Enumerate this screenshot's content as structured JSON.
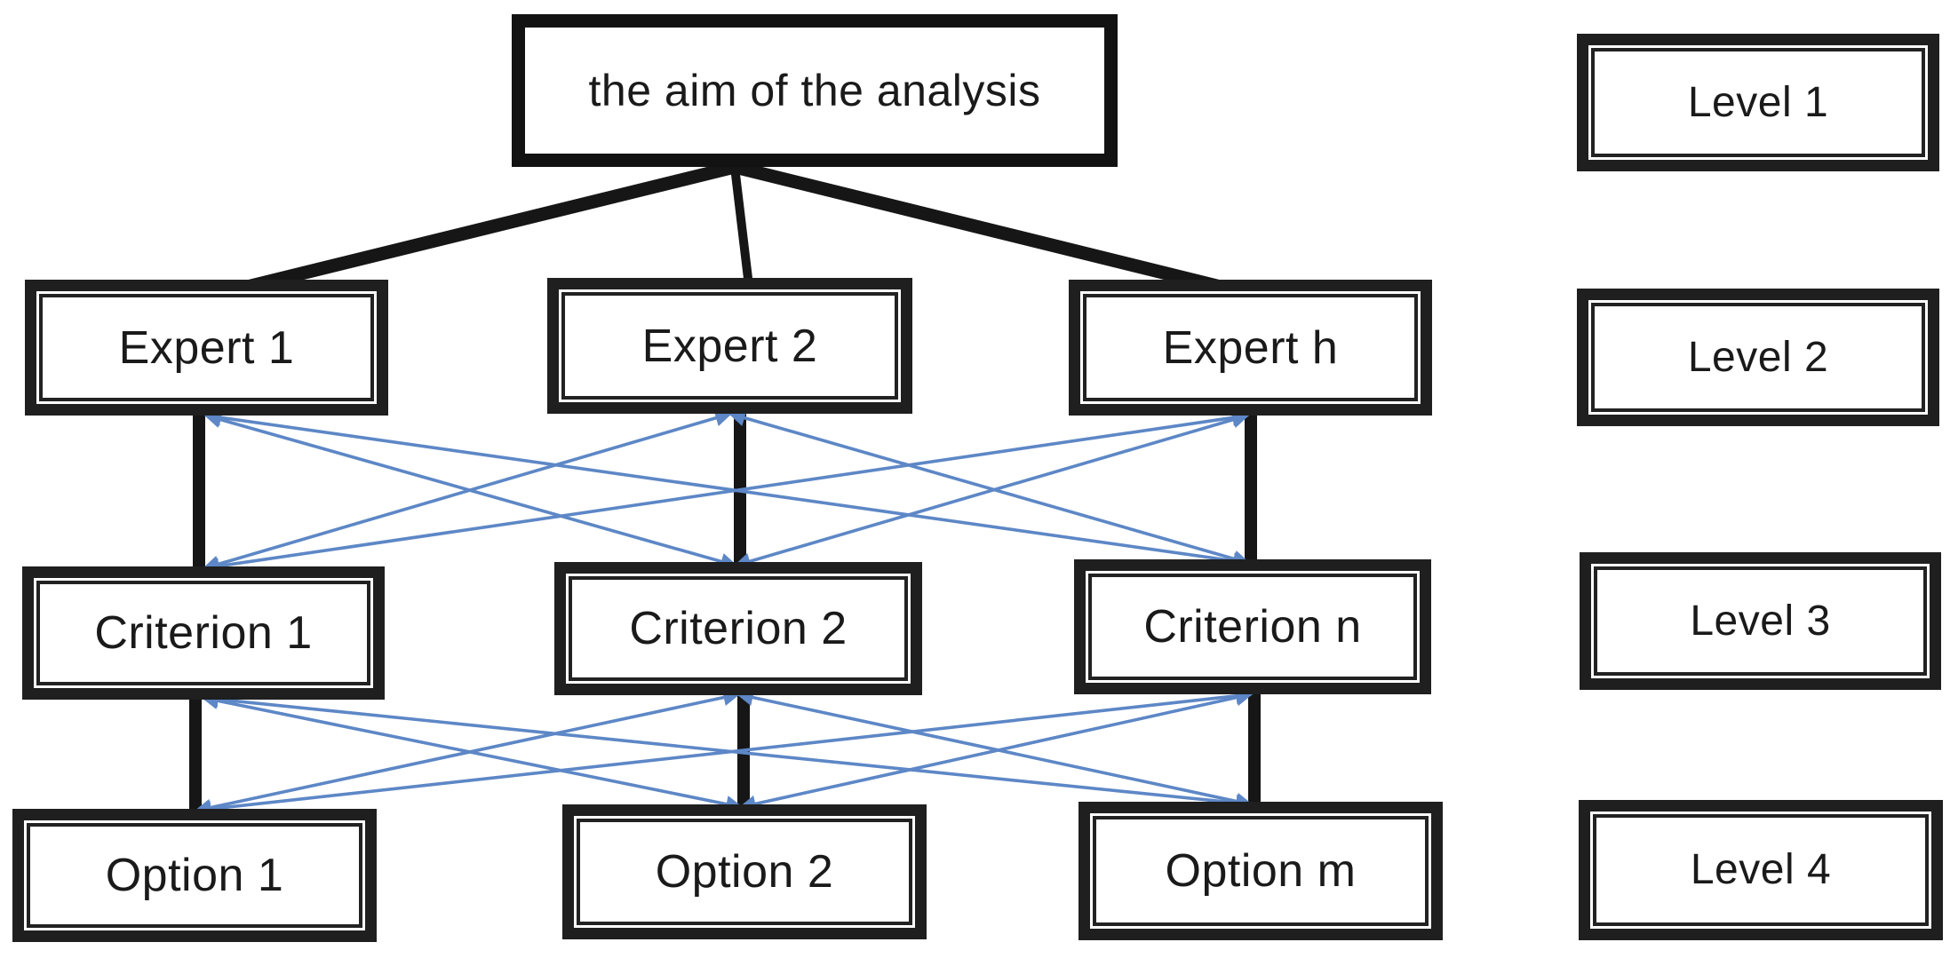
{
  "diagram": {
    "aim": {
      "label": "the aim of the analysis"
    },
    "experts": [
      {
        "label": "Expert 1"
      },
      {
        "label": "Expert 2"
      },
      {
        "label": "Expert h"
      }
    ],
    "criteria": [
      {
        "label": "Criterion 1"
      },
      {
        "label": "Criterion 2"
      },
      {
        "label": "Criterion n"
      }
    ],
    "options": [
      {
        "label": "Option 1"
      },
      {
        "label": "Option 2"
      },
      {
        "label": "Option m"
      }
    ],
    "levels": [
      {
        "label": "Level 1"
      },
      {
        "label": "Level 2"
      },
      {
        "label": "Level 3"
      },
      {
        "label": "Level 4"
      }
    ],
    "colors": {
      "background": "#ffffff",
      "box_border": "#1f1f1f",
      "text": "#1a1a1a",
      "primary_line_black": "#161616",
      "cross_line_blue": "#5d87c6"
    },
    "connections": {
      "primary_black": [
        "the aim of the analysis → Expert 1",
        "the aim of the analysis → Expert 2",
        "the aim of the analysis → Expert h",
        "Expert 1 → Criterion 1",
        "Expert 2 → Criterion 2",
        "Expert h → Criterion n",
        "Criterion 1 → Option 1",
        "Criterion 2 → Option 2",
        "Criterion n → Option m"
      ],
      "cross_blue_double_arrows": [
        "Expert 1 ↔ Criterion 2",
        "Expert 1 ↔ Criterion n",
        "Expert 2 ↔ Criterion 1",
        "Expert 2 ↔ Criterion n",
        "Expert h ↔ Criterion 1",
        "Expert h ↔ Criterion 2",
        "Criterion 1 ↔ Option 2",
        "Criterion 1 ↔ Option m",
        "Criterion 2 ↔ Option 1",
        "Criterion 2 ↔ Option m",
        "Criterion n ↔ Option 1",
        "Criterion n ↔ Option 2"
      ]
    }
  }
}
